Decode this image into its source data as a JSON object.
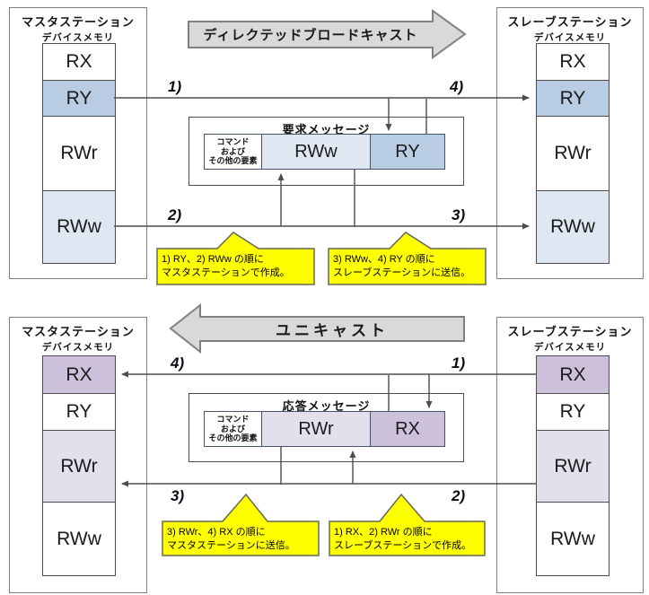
{
  "colors": {
    "highlight_blue": "#b8cce4",
    "highlight_blue_light": "#dfe8f2",
    "highlight_purple": "#ccc0da",
    "highlight_purple_light": "#e4dfec",
    "banner_fill": "#d9d9d9",
    "banner_border": "#808080",
    "callout_fill": "#ffff00",
    "callout_border": "#666655",
    "connector": "#4d4d4d"
  },
  "top": {
    "banner": "ディレクテッドブロードキャスト",
    "master": {
      "title": "マスタステーション",
      "subtitle": "デバイスメモリ",
      "cells": [
        "RX",
        "RY",
        "RWr",
        "RWw"
      ]
    },
    "slave": {
      "title": "スレーブステーション",
      "subtitle": "デバイスメモリ",
      "cells": [
        "RX",
        "RY",
        "RWr",
        "RWw"
      ]
    },
    "message": {
      "title": "要求メッセージ",
      "cmd": [
        "コマンド",
        "および",
        "その他の要素"
      ],
      "fields": [
        "RWw",
        "RY"
      ]
    },
    "steps": [
      "1)",
      "2)",
      "3)",
      "4)"
    ],
    "callouts": [
      {
        "line1": "1) RY、2) RWw の順に",
        "line2": "マスタステーションで作成。"
      },
      {
        "line1": "3) RWw、4) RY の順に",
        "line2": "スレーブステーションに送信。"
      }
    ]
  },
  "bottom": {
    "banner": "ユニキャスト",
    "master": {
      "title": "マスタステーション",
      "subtitle": "デバイスメモリ",
      "cells": [
        "RX",
        "RY",
        "RWr",
        "RWw"
      ]
    },
    "slave": {
      "title": "スレーブステーション",
      "subtitle": "デバイスメモリ",
      "cells": [
        "RX",
        "RY",
        "RWr",
        "RWw"
      ]
    },
    "message": {
      "title": "応答メッセージ",
      "cmd": [
        "コマンド",
        "および",
        "その他の要素"
      ],
      "fields": [
        "RWr",
        "RX"
      ]
    },
    "steps": [
      "1)",
      "2)",
      "3)",
      "4)"
    ],
    "callouts": [
      {
        "line1": "3) RWr、4) RX の順に",
        "line2": "マスタステーションに送信。"
      },
      {
        "line1": "1) RX、2) RWr の順に",
        "line2": "スレーブステーションで作成。"
      }
    ]
  }
}
